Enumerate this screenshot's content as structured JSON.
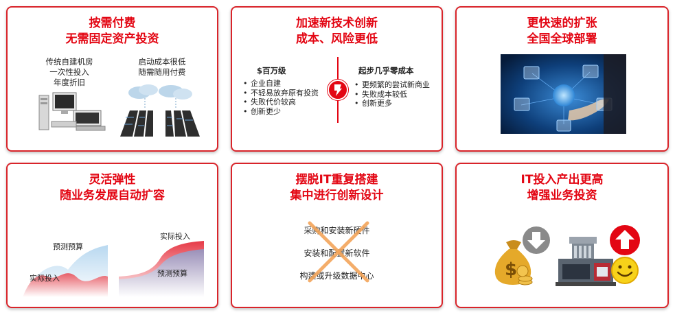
{
  "card1": {
    "title": [
      "按需付费",
      "无需固定资产投资"
    ],
    "left_text": [
      "传统自建机房",
      "一次性投入",
      "年度折旧"
    ],
    "right_text": [
      "启动成本很低",
      "随需随用付费"
    ]
  },
  "card2": {
    "title": [
      "加速新技术创新",
      "成本、风险更低"
    ],
    "left_heading": "$百万级",
    "left_items": [
      "企业自建",
      "不轻易放弃原有投资",
      "失败代价较高",
      "创新更少"
    ],
    "right_heading": "起步几乎零成本",
    "right_items": [
      "更频繁的尝试新商业",
      "失败成本较低",
      "创新更多"
    ]
  },
  "card3": {
    "title": [
      "更快速的扩张",
      "全国全球部署"
    ]
  },
  "card4": {
    "title": [
      "灵活弹性",
      "随业务发展自动扩容"
    ],
    "chart1": {
      "label_forecast": "预测预算",
      "label_actual": "实际投入"
    },
    "chart2": {
      "label_actual": "实际投入",
      "label_forecast": "预测预算"
    }
  },
  "card5": {
    "title": [
      "摆脱IT重复搭建",
      "集中进行创新设计"
    ],
    "items": [
      "采购和安装新硬件",
      "安装和配置新软件",
      "构建或升级数据中心"
    ],
    "cross_color": "#f3a55a"
  },
  "card6": {
    "title": [
      "IT投入产出更高",
      "增强业务投资"
    ]
  },
  "colors": {
    "accent": "#e30613",
    "border": "#d9242a"
  }
}
